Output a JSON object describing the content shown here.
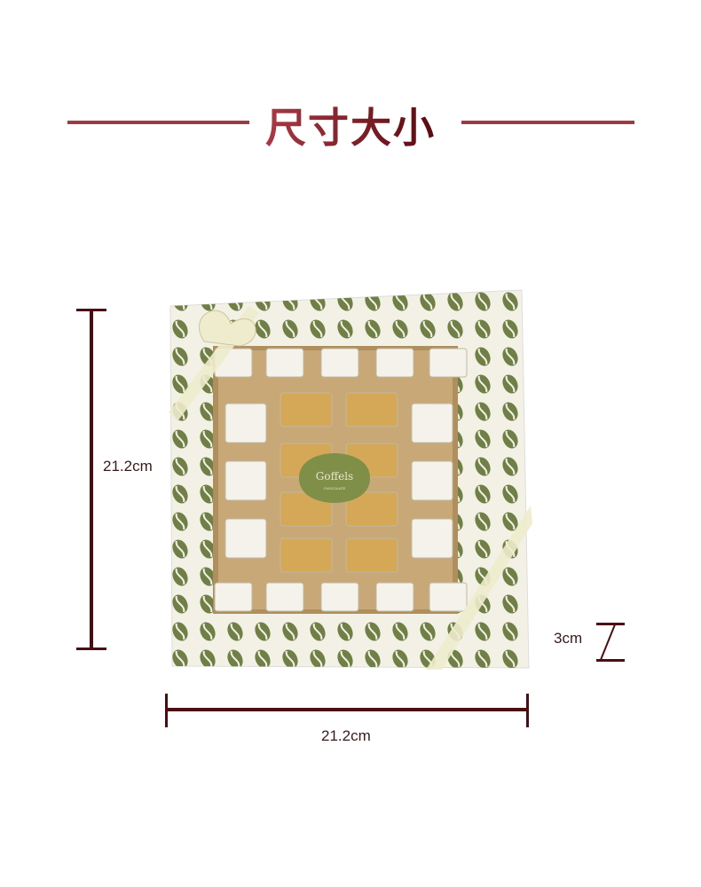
{
  "header": {
    "title": "尺寸大小",
    "accent": "#9e3a45"
  },
  "dimensions": {
    "height": "21.2cm",
    "width": "21.2cm",
    "depth": "3cm"
  },
  "product": {
    "logo_text": "Goffels",
    "logo_subtext": "CHOCOLATE",
    "pattern_color": "#6f7f45",
    "box_color": "#f3f1e6",
    "gold_color": "#d4a857"
  }
}
